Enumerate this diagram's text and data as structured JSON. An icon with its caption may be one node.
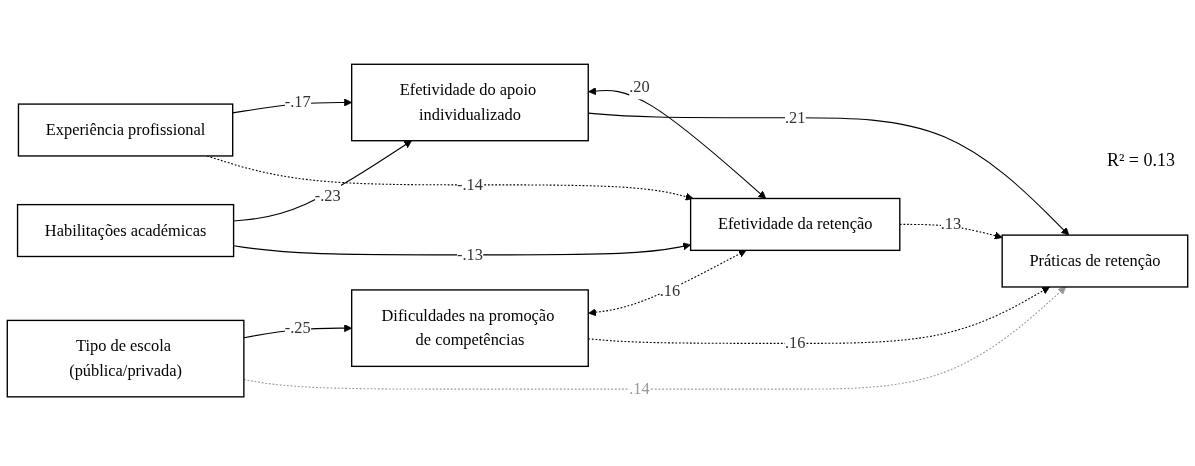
{
  "diagram": {
    "nodes": [
      {
        "text": [
          "Experiência profissional"
        ]
      },
      {
        "text": [
          "Habilitações académicas"
        ]
      },
      {
        "text": [
          "Tipo de escola (pública/privada)"
        ]
      },
      {
        "text": [
          "Efetividade do apoio individualizado"
        ]
      },
      {
        "text": [
          "Efetividade da retenção"
        ]
      },
      {
        "text": [
          "Dificuldades na promoção de competências"
        ]
      },
      {
        "text": [
          "Práticas de retenção"
        ]
      }
    ],
    "edges": [
      {
        "from": 0,
        "to": 3,
        "arrow": "to",
        "label": "-.17"
      },
      {
        "from": 1,
        "to": 3,
        "arrow": "to",
        "label": "-.23"
      },
      {
        "from": 0,
        "to": 4,
        "arrow": "to",
        "label": "-.14",
        "style": "dashed"
      },
      {
        "from": 1,
        "to": 4,
        "arrow": "to",
        "label": "-.13"
      },
      {
        "from": 3,
        "to": 4,
        "arrow": "both",
        "label": ".20"
      },
      {
        "from": 4,
        "to": 5,
        "arrow": "both",
        "label": ".16",
        "style": "dashed"
      },
      {
        "from": 2,
        "to": 5,
        "arrow": "to",
        "label": "-.25"
      },
      {
        "from": 3,
        "to": 6,
        "arrow": "to",
        "label": ".21"
      },
      {
        "from": 4,
        "to": 6,
        "arrow": "to",
        "label": ".13",
        "style": "dashed"
      },
      {
        "from": 2,
        "to": 6,
        "arrow": "to",
        "label": ".14",
        "style": "dashed",
        "color": "#999999"
      },
      {
        "from": 5,
        "to": 6,
        "arrow": "to",
        "label": ".16",
        "style": "dashed"
      }
    ],
    "labels": [
      "R² = 0.13"
    ]
  }
}
